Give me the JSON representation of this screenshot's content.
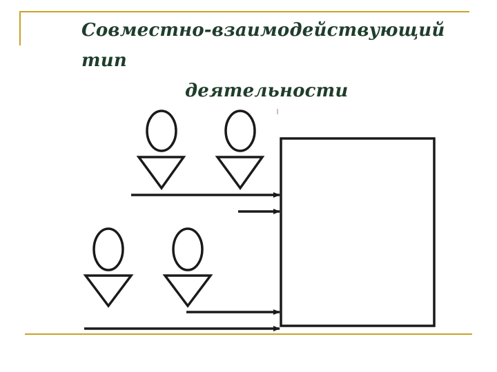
{
  "slide": {
    "title_line1": "Совместно-взаимодействующий тип",
    "title_line2": "деятельности"
  },
  "colors": {
    "accent": "#c9a227",
    "title": "#1f3d2b",
    "ink": "#1a1a1a"
  },
  "diagram": {
    "participants": [
      "person",
      "person",
      "person",
      "person"
    ],
    "arrow_count": 4,
    "target": "box"
  }
}
